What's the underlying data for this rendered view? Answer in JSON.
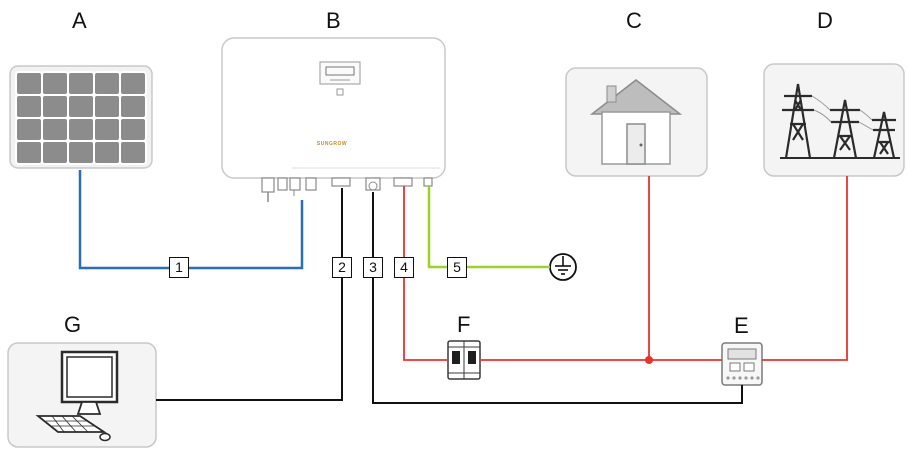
{
  "components": {
    "A": "A",
    "B": "B",
    "C": "C",
    "D": "D",
    "E": "E",
    "F": "F",
    "G": "G"
  },
  "cables": [
    "1",
    "2",
    "3",
    "4",
    "5"
  ],
  "inverter_brand": "SUNGROW",
  "colors": {
    "dc_cable": "#2a6fb5",
    "ac_cable": "#e8332c",
    "comm_cable": "#111111",
    "ground_cable": "#9bd12a",
    "box_border": "#bdbdbd",
    "pv_cell": "#8a8a8a"
  }
}
